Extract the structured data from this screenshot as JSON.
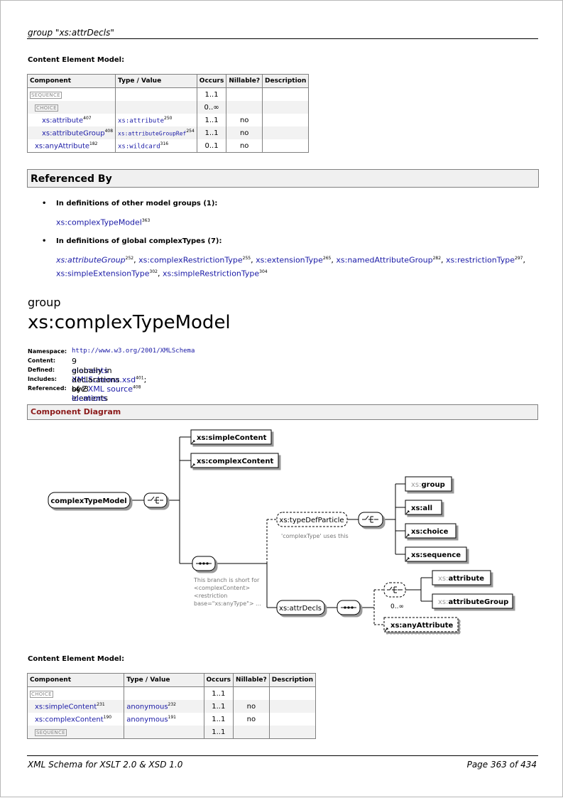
{
  "header": {
    "title": "group \"xs:attrDecls\""
  },
  "footer": {
    "left": "XML Schema for XSLT 2.0 & XSD 1.0",
    "right": "Page 363 of 434"
  },
  "cem1": {
    "title": "Content Element Model:",
    "headers": [
      "Component",
      "Type / Value",
      "Occurs",
      "Nillable?",
      "Description"
    ],
    "rows": [
      {
        "component": "SEQUENCE",
        "type": "",
        "type_sup": "",
        "occurs": "1..1",
        "nillable": ""
      },
      {
        "component": "CHOICE",
        "type": "",
        "type_sup": "",
        "occurs": "0..∞",
        "nillable": ""
      },
      {
        "component": "xs:attribute",
        "component_sup": "407",
        "type": "xs:attribute",
        "type_sup": "250",
        "occurs": "1..1",
        "nillable": "no"
      },
      {
        "component": "xs:attributeGroup",
        "component_sup": "408",
        "type": "xs:attributeGroupRef",
        "type_sup": "254",
        "occurs": "1..1",
        "nillable": "no"
      },
      {
        "component": "xs:anyAttribute",
        "component_sup": "182",
        "type": "xs:wildcard",
        "type_sup": "316",
        "occurs": "0..1",
        "nillable": "no"
      }
    ]
  },
  "referenced_by": {
    "title": "Referenced By",
    "groups_label": "In definitions of other model groups (1):",
    "groups": [
      {
        "name": "xs:complexTypeModel",
        "sup": "363"
      }
    ],
    "types_label": "In definitions of global complexTypes (7):",
    "types": [
      {
        "name": "xs:attributeGroup",
        "sup": "252"
      },
      {
        "name": "xs:complexRestrictionType",
        "sup": "255"
      },
      {
        "name": "xs:extensionType",
        "sup": "265"
      },
      {
        "name": "xs:namedAttributeGroup",
        "sup": "282"
      },
      {
        "name": "xs:restrictionType",
        "sup": "297"
      },
      {
        "name": "xs:simpleExtensionType",
        "sup": "302"
      },
      {
        "name": "xs:simpleRestrictionType",
        "sup": "304"
      }
    ]
  },
  "group2": {
    "kind": "group",
    "name": "xs:complexTypeModel",
    "namespace_label": "Namespace:",
    "namespace": "http://www.w3.org/2001/XMLSchema",
    "content_label": "Content:",
    "content_count": "9",
    "content_link": "elements",
    "defined_label": "Defined:",
    "defined_prefix": "globally in",
    "defined_file": "XMLSchema.xsd",
    "defined_file_sup": "401",
    "defined_see": "; see",
    "defined_source": "XML source",
    "defined_source_sup": "408",
    "includes_label": "Includes:",
    "includes": "declarations of 2 elements",
    "referenced_label": "Referenced:",
    "referenced_prefix": "by 3",
    "referenced_link": "locations"
  },
  "diagram": {
    "title": "Component Diagram",
    "root": "complexTypeModel",
    "simple_content": "xs:simpleContent",
    "complex_content": "xs:complexContent",
    "type_def_particle": "xs:typeDefParticle",
    "tdp_note": "'complexType' uses this",
    "branch_note_1": "This branch is short for",
    "branch_note_2": "<complexContent>",
    "branch_note_3": "<restriction",
    "branch_note_4": "base=\"xs:anyType\"> ...",
    "attr_decls": "xs:attrDecls",
    "group_prefix": "xs:",
    "group_name": "group",
    "all": "xs:all",
    "choice": "xs:choice",
    "sequence": "xs:sequence",
    "attr_prefix": "xs:",
    "attribute": "attribute",
    "attribute_group": "attributeGroup",
    "any_attribute": "xs:anyAttribute",
    "occurs": "0..∞"
  },
  "cem2": {
    "title": "Content Element Model:",
    "headers": [
      "Component",
      "Type / Value",
      "Occurs",
      "Nillable?",
      "Description"
    ],
    "rows": [
      {
        "component": "CHOICE",
        "type": "",
        "occurs": "1..1",
        "nillable": ""
      },
      {
        "component": "xs:simpleContent",
        "component_sup": "231",
        "type": "anonymous",
        "type_sup": "232",
        "occurs": "1..1",
        "nillable": "no"
      },
      {
        "component": "xs:complexContent",
        "component_sup": "190",
        "type": "anonymous",
        "type_sup": "191",
        "occurs": "1..1",
        "nillable": "no"
      },
      {
        "component": "SEQUENCE",
        "type": "",
        "occurs": "1..1",
        "nillable": ""
      }
    ]
  },
  "colors": {
    "link": "#1a1aa6",
    "section_title": "#8b1a1a"
  }
}
